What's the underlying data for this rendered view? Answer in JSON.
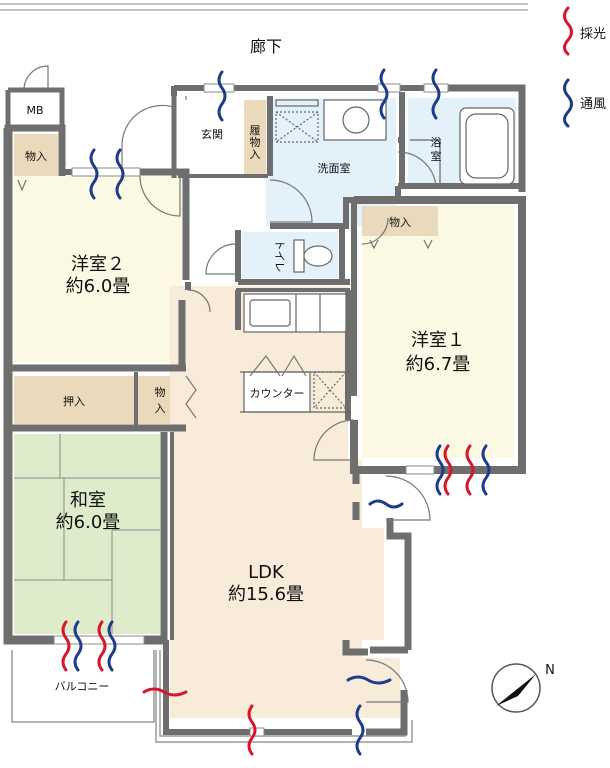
{
  "corridor": "廊下",
  "legend": {
    "light": "採光",
    "wind": "通風"
  },
  "colors": {
    "light": "#d4172b",
    "wind": "#1f3c8c",
    "room": "#fbf9e3",
    "ldk": "#f9ebd9",
    "wet": "#e3f1fb",
    "washitsu": "#dfeccb",
    "storage": "#ead9bb",
    "wall": "#6e6e6e"
  },
  "rooms": {
    "mb": "MB",
    "storage1": "物入",
    "genkan": "玄関",
    "shoe_storage": [
      "履",
      "物",
      "入"
    ],
    "washroom": "洗面室",
    "bath": [
      "浴",
      "室"
    ],
    "storage_room1": "物入",
    "room2": {
      "name": "洋室２",
      "size": "約6.0畳"
    },
    "toilet": "トイレ",
    "room1": {
      "name": "洋室１",
      "size": "約6.7畳"
    },
    "oshiire": "押入",
    "storage_small": [
      "物",
      "入"
    ],
    "counter": "カウンター",
    "washitsu": {
      "name": "和室",
      "size": "約6.0畳"
    },
    "ldk": {
      "name": "LDK",
      "size": "約15.6畳"
    },
    "balcony": "バルコニー"
  },
  "compass": "N"
}
